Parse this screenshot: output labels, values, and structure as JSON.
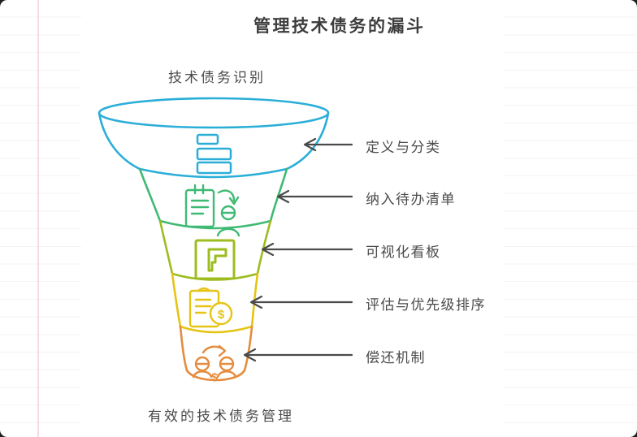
{
  "page": {
    "title": "管理技术债务的漏斗",
    "top_label": "技术债务识别",
    "bottom_label": "有效的技术债务管理"
  },
  "funnel": {
    "stages": [
      {
        "label": "定义与分类",
        "color": "#2aaed8",
        "icon": "list-bars-icon"
      },
      {
        "label": "纳入待办清单",
        "color": "#3fba74",
        "icon": "clipboard-assign-person-icon"
      },
      {
        "label": "可视化看板",
        "color": "#9cbc20",
        "icon": "kanban-board-icon"
      },
      {
        "label": "评估与优先级排序",
        "color": "#e5c414",
        "icon": "clipboard-dollar-icon"
      },
      {
        "label": "偿还机制",
        "color": "#e58c3e",
        "icon": "people-exchange-dollar-icon"
      }
    ],
    "arrow_color": "#4a4a4a"
  },
  "icon_glyphs": {
    "dollar": "$"
  }
}
